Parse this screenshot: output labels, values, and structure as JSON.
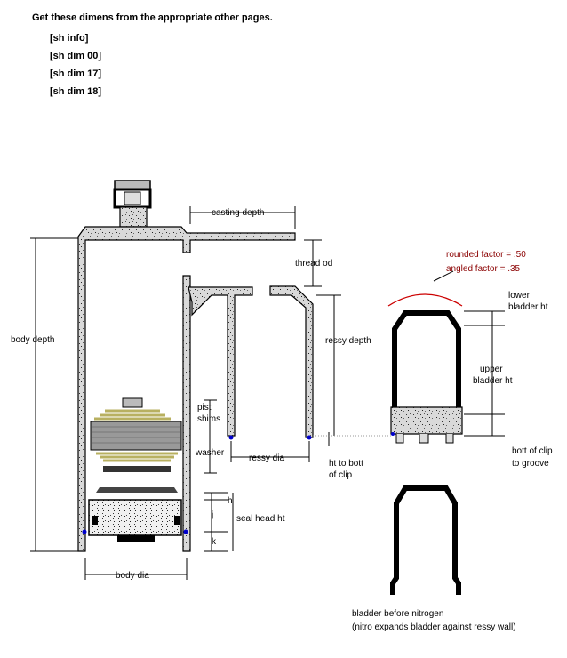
{
  "header": {
    "instruction": "Get these dimens from the appropriate other pages.",
    "links": [
      "[sh info]",
      "[sh dim 00]",
      "[sh dim 17]",
      "[sh dim 18]"
    ]
  },
  "labels": {
    "casting_depth": "casting depth",
    "thread_od": "thread od",
    "body_depth": "body depth",
    "ressy_depth": "ressy depth",
    "pist_shims_washer": [
      "pist",
      "shims",
      "washer"
    ],
    "ressy_dia": "ressy dia",
    "ht_to_bott_of_clip": [
      "ht to bott",
      "of clip"
    ],
    "h": "h",
    "j": "j",
    "k": "k",
    "seal_head_ht": "seal head ht",
    "body_dia": "body dia",
    "rounded_factor": "rounded factor = .50",
    "angled_factor": "angled factor = .35",
    "lower_bladder_ht": [
      "lower",
      "bladder ht"
    ],
    "upper_bladder_ht": [
      "upper",
      "bladder ht"
    ],
    "bott_of_clip_to_groove": [
      "bott of clip",
      "to  groove"
    ],
    "bladder_caption": "bladder before nitrogen",
    "bladder_note": "(nitro expands bladder against ressy wall)"
  },
  "colors": {
    "factor_text": "#8b0000",
    "arc": "#cc0000",
    "clip_dot": "#0000cc"
  }
}
